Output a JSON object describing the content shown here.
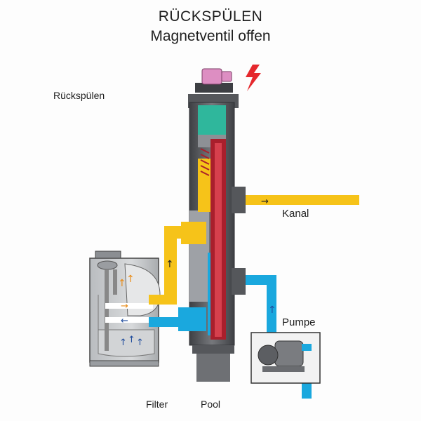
{
  "header": {
    "title": "RÜCKSPÜLEN",
    "subtitle": "Magnetventil offen"
  },
  "labels": {
    "side_label": "Rückspülen",
    "kanal": "Kanal",
    "pumpe": "Pumpe",
    "filter": "Filter",
    "pool": "Pool"
  },
  "colors": {
    "flow_yellow": "#f6c319",
    "flow_blue": "#1aa8de",
    "valve_body": "#5f6165",
    "chamber_teal": "#2fb79c",
    "piston_red": "#a91f2c",
    "coil_pink": "#dd8ec2",
    "lightning_red": "#e5282d"
  }
}
